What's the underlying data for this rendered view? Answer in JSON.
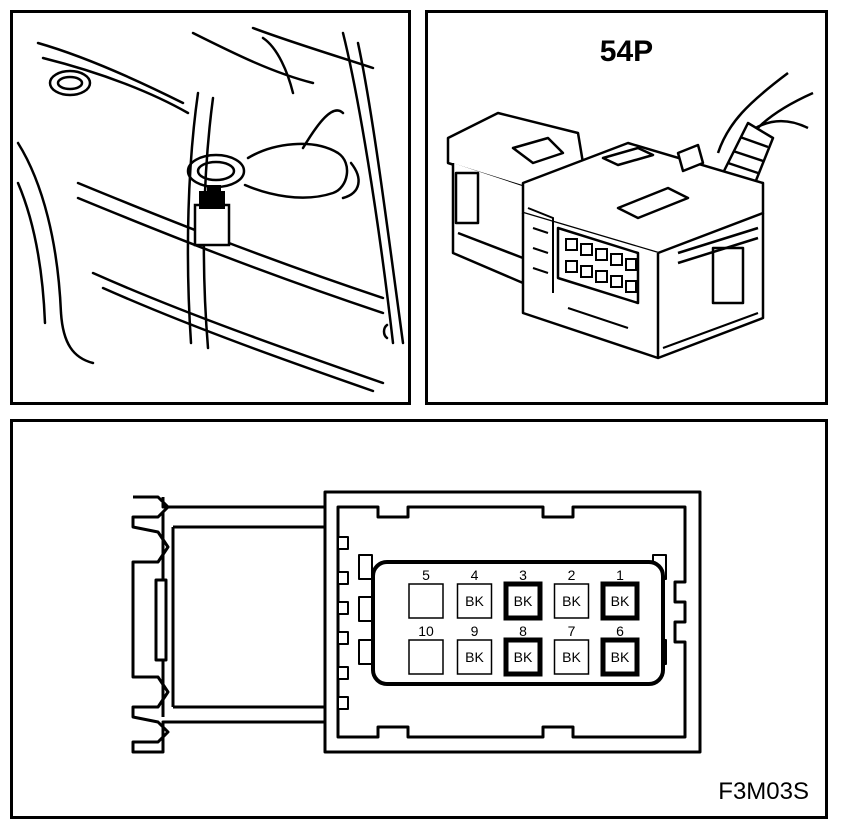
{
  "connector": {
    "title": "54P"
  },
  "figure_code": "F3M03S",
  "pinout": {
    "top_row": [
      {
        "number": "5",
        "color": "",
        "highlight": false
      },
      {
        "number": "4",
        "color": "BK",
        "highlight": false
      },
      {
        "number": "3",
        "color": "BK",
        "highlight": true
      },
      {
        "number": "2",
        "color": "BK",
        "highlight": false
      },
      {
        "number": "1",
        "color": "BK",
        "highlight": true
      }
    ],
    "bottom_row": [
      {
        "number": "10",
        "color": "",
        "highlight": false
      },
      {
        "number": "9",
        "color": "BK",
        "highlight": false
      },
      {
        "number": "8",
        "color": "BK",
        "highlight": true
      },
      {
        "number": "7",
        "color": "BK",
        "highlight": false
      },
      {
        "number": "6",
        "color": "BK",
        "highlight": true
      }
    ]
  },
  "icons": [
    "door-connector-location-illustration",
    "connector-housing-illustration"
  ]
}
